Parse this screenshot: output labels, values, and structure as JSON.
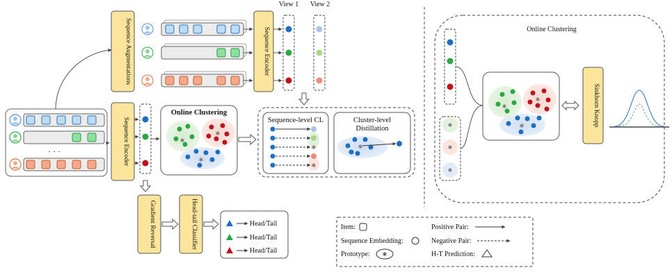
{
  "view_labels": {
    "view1": "View 1",
    "view2": "View 2"
  },
  "encoders": {
    "augmentations": "Sequence Augmentations",
    "encoder_top": "Sequence Encoder",
    "encoder_main": "Sequence Encoder",
    "gradient_reversal": "Gradient Reversal",
    "head_tail_classifier": "Head-tail Classifier",
    "sinkhorn": "Sinkhorn Knopp"
  },
  "panels": {
    "online_clustering_mid": "Online Clustering",
    "sequence_cl": "Sequence-level CL",
    "cluster_distill_line1": "Cluster-level",
    "cluster_distill_line2": "Distillation",
    "online_clustering_right": "Online Clustering"
  },
  "ellipsis": "· · ·",
  "predictions": [
    "Head/Tail",
    "Head/Tail",
    "Head/Tail"
  ],
  "legend": {
    "item": "Item:",
    "sequence_embedding": "Sequence Embedding:",
    "prototype": "Prototype:",
    "positive_pair": "Positive Pair:",
    "negative_pair": "Negative Pair:",
    "ht_prediction": "H-T Prediction:"
  },
  "colors": {
    "blue": "#1f6fc0",
    "green": "#2aa845",
    "red": "#c0121e",
    "light_blue": "#a9c6e8",
    "light_green": "#a9d68a",
    "light_red": "#f08a80",
    "yellow_box": "#fbe49c",
    "item_blue": "#bfdcf5",
    "item_green": "#8fe0a0",
    "item_orange": "#f6a98a"
  }
}
